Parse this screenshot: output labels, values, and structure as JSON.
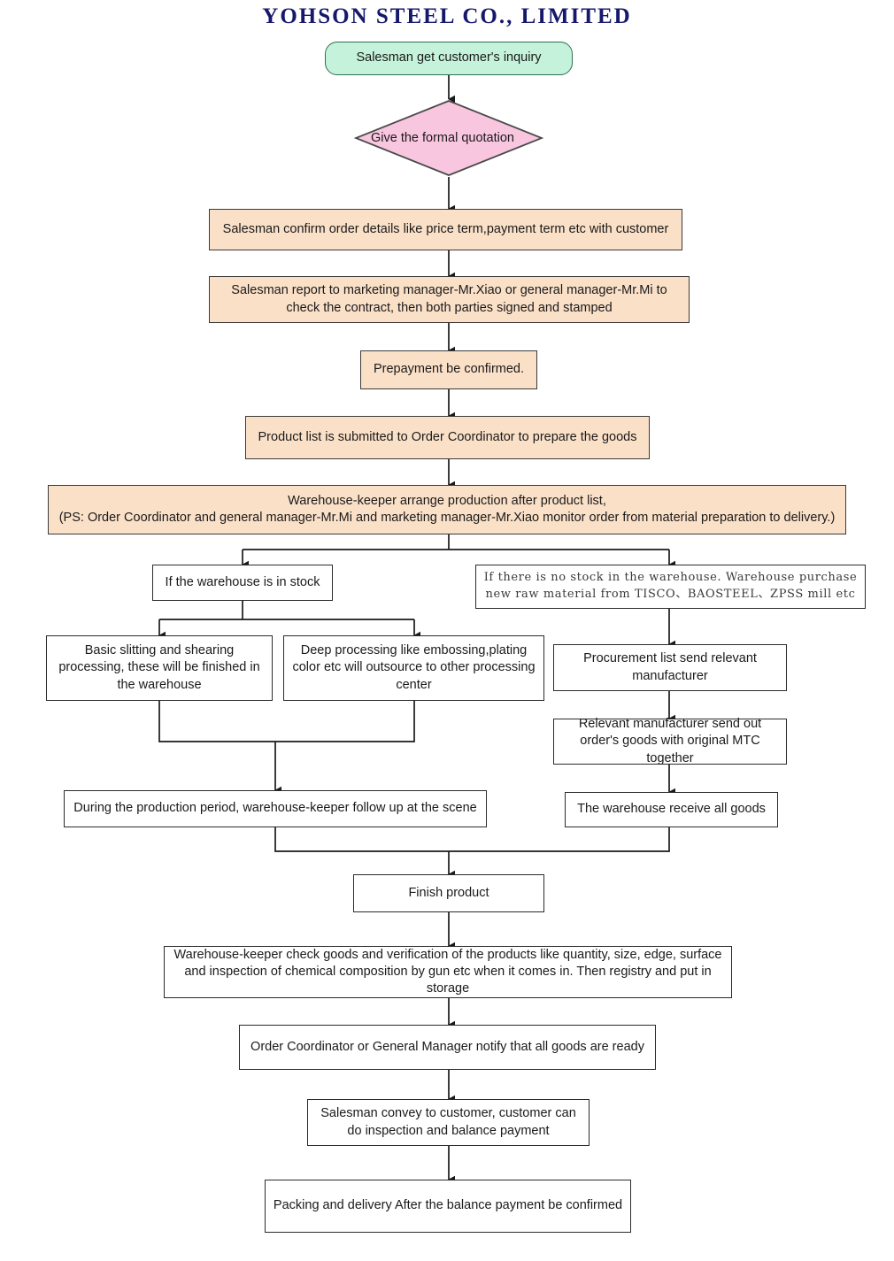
{
  "title": "YOHSON STEEL CO., LIMITED",
  "colors": {
    "title": "#16186b",
    "start_fill": "#c5f2da",
    "decision_fill": "#f9c6e0",
    "process_fill": "#fbe0c8",
    "plain_fill": "#ffffff",
    "stroke": "#2b2b2b"
  },
  "nodes": {
    "start": "Salesman get customer's inquiry",
    "quotation": "Give the formal quotation",
    "confirm_order": "Salesman confirm order details like price term,payment term etc with customer",
    "report_manager": "Salesman report to marketing manager-Mr.Xiao or general manager-Mr.Mi to check the contract, then both parties signed and stamped",
    "prepayment": "Prepayment be confirmed.",
    "product_list": "Product list is submitted to Order Coordinator to prepare the goods",
    "warehouse_arrange_line1": "Warehouse-keeper arrange production after product list,",
    "warehouse_arrange_line2": "(PS: Order Coordinator and general manager-Mr.Mi and marketing manager-Mr.Xiao monitor order from material preparation to delivery.)",
    "in_stock": "If the warehouse is in stock",
    "no_stock": "If there is no stock in the warehouse. Warehouse purchase new raw material from TISCO、BAOSTEEL、ZPSS mill etc",
    "basic_slitting": "Basic slitting and shearing processing, these will be finished in the warehouse",
    "deep_processing": "Deep processing like embossing,plating color etc will outsource to other processing center",
    "procurement_list": "Procurement list send relevant manufacturer",
    "manufacturer_send": "Relevant manufacturer send out order's goods with original MTC together",
    "production_followup": "During the production period, warehouse-keeper follow up at the scene",
    "warehouse_receive": "The warehouse receive all goods",
    "finish_product": "Finish product",
    "check_goods": "Warehouse-keeper check goods and verification of the products like quantity, size, edge, surface and inspection of chemical composition by gun etc when it comes in. Then registry and put in storage",
    "notify_ready": "Order Coordinator or General Manager notify that all goods are ready",
    "convey_customer": "Salesman convey to customer, customer can do inspection and balance payment",
    "packing_delivery": "Packing and delivery After the balance payment be confirmed"
  }
}
